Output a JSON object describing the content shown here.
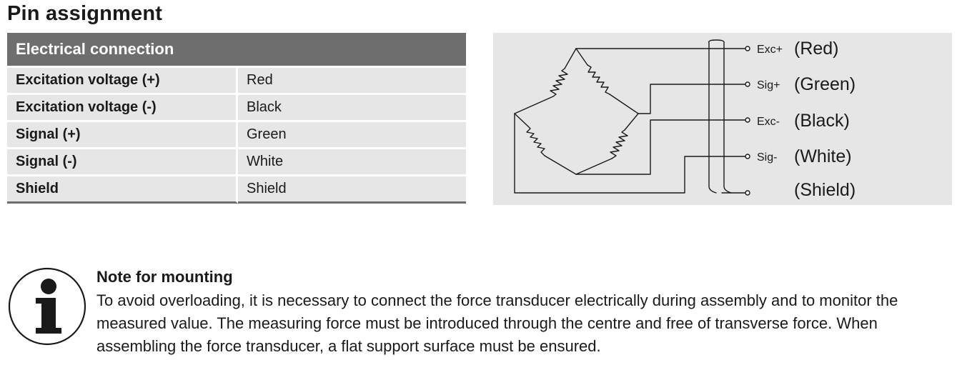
{
  "page_title": "Pin assignment",
  "table": {
    "header": "Electrical connection",
    "rows": [
      {
        "label": "Excitation voltage (+)",
        "value": "Red"
      },
      {
        "label": "Excitation voltage (-)",
        "value": "Black"
      },
      {
        "label": "Signal (+)",
        "value": "Green"
      },
      {
        "label": "Signal (-)",
        "value": "White"
      },
      {
        "label": "Shield",
        "value": "Shield"
      }
    ]
  },
  "diagram": {
    "pins": [
      {
        "tag": "Exc+",
        "color": "(Red)"
      },
      {
        "tag": "Sig+",
        "color": "(Green)"
      },
      {
        "tag": "Exc-",
        "color": "(Black)"
      },
      {
        "tag": "Sig-",
        "color": "(White)"
      },
      {
        "tag": "",
        "color": "(Shield)"
      }
    ]
  },
  "note": {
    "icon": "info-icon",
    "title": "Note for mounting",
    "text": "To avoid overloading, it is necessary to connect the force transducer electrically during assembly and to monitor the measured value. The measuring force must be introduced through the centre and free of transverse force. When assembling the force transducer, a flat support surface must be ensured."
  }
}
